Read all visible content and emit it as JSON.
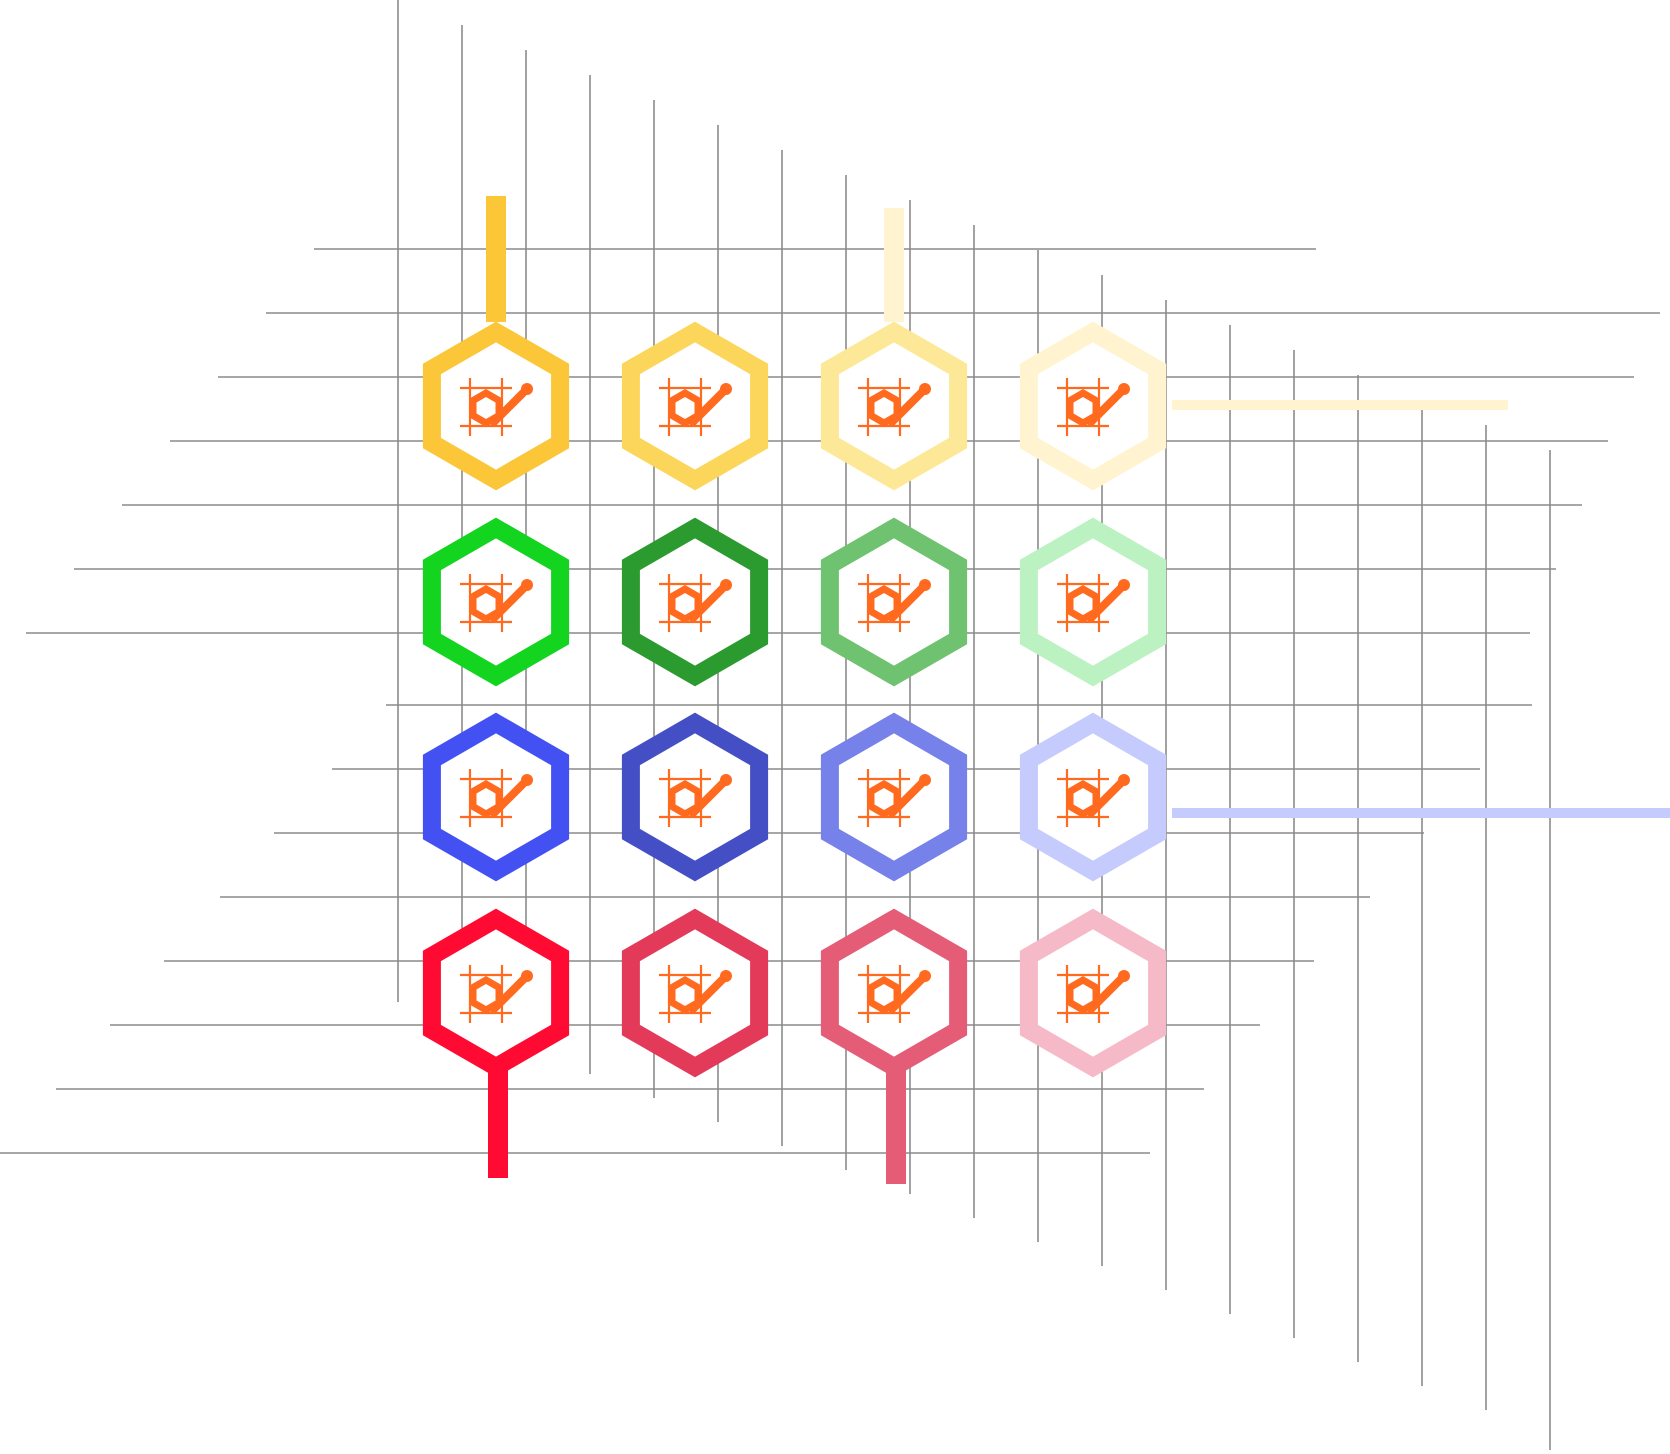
{
  "diagram": {
    "palette": {
      "grid_line": "#8a8a8a",
      "icon": "#ff6a1f",
      "hex_fill": "#ffffff"
    },
    "rows": [
      {
        "name": "yellow",
        "colors": [
          "#fbc638",
          "#fcd65a",
          "#fde898",
          "#fff4cf"
        ]
      },
      {
        "name": "green",
        "colors": [
          "#13d41f",
          "#2b9a2f",
          "#6fc270",
          "#bcf1c1"
        ]
      },
      {
        "name": "blue",
        "colors": [
          "#4351f2",
          "#444fc5",
          "#7681e9",
          "#c5cbfc"
        ]
      },
      {
        "name": "red",
        "colors": [
          "#fe0a32",
          "#e33a5a",
          "#e55c76",
          "#f6b9c8"
        ]
      }
    ],
    "cell_icon": "hexagon-pen-drafting-icon",
    "connectors": [
      {
        "name": "top-connector-1",
        "color": "#fbc638"
      },
      {
        "name": "top-connector-3",
        "color": "#fff4cf"
      },
      {
        "name": "right-connector-row-1",
        "color": "#fff4cf"
      },
      {
        "name": "right-connector-row-3",
        "color": "#c5cbfc"
      },
      {
        "name": "bottom-connector-1",
        "color": "#fe0a32"
      },
      {
        "name": "bottom-connector-3",
        "color": "#e55c76"
      }
    ],
    "faint_labels": {
      "top_left": "",
      "right_row_1": "",
      "right_row_3": "",
      "bottom_middle": ""
    }
  }
}
